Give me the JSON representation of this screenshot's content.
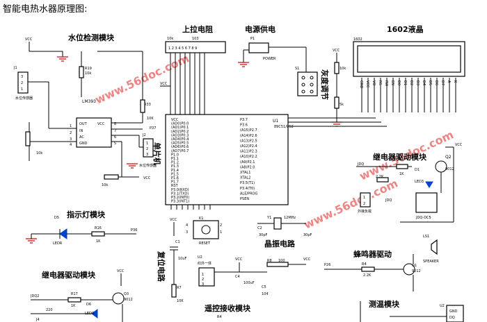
{
  "title": "智能电热水器原理图:",
  "sections": {
    "water_level": "水位检测模块",
    "pullup": "上拉电阻",
    "power": "电源供电",
    "lcd": "1602液晶",
    "mcu": "单片机",
    "relay1": "继电器驱动模块",
    "indicator": "指示灯模块",
    "relay2": "继电器驱动模块",
    "reset": "复位电路",
    "crystal": "晶振电路",
    "buzzer": "蜂鸣器驱动",
    "ir": "遥控接收模块",
    "temp": "测温模块",
    "contrast": "灰度调节"
  },
  "labels": {
    "vcc": "VCC",
    "j1": "J1",
    "j1_desc": "水位传感器",
    "r19": "R19",
    "r19_val": "10k",
    "lm393": "LM393",
    "r33": "R33",
    "r33_val": "10K",
    "p37": "P37",
    "j2": "J2",
    "j2_desc": "水位传感器",
    "pot_10k": "10k",
    "pot2_10k": "10k",
    "rp_top": "103",
    "rp_top2": "10k",
    "p1": "P1",
    "power_r": "POWER",
    "s1": "S1",
    "u1": "U1",
    "mcu_part": "89C51/C52",
    "lcd_part": "1602",
    "r10k": "10k",
    "r5k": "5k",
    "jdq": "JDQ",
    "r1k": "1K",
    "r22k": "2.2K",
    "q2": "Q2",
    "q2_part": "9012",
    "led3": "LED3",
    "j3": "J3",
    "j3_desc": "外接负载",
    "jdq_part": "JDQ-DC5",
    "d5": "D5",
    "led_r": "LEDR",
    "r16": "R16",
    "r16_val": "1K",
    "p36": "P36",
    "k1": "K1",
    "reset": "RESET",
    "c1": "C1",
    "c1_val": "10uF",
    "r7": "R7",
    "r7_val": "10K",
    "y1": "Y1",
    "y1_val": "12MHz",
    "c2": "C2",
    "c2_val": "30pF",
    "c3_val": "30pF",
    "ls1": "LS1",
    "speaker": "SPEAKER",
    "p26": "P26",
    "r4": "R4",
    "r4_val": "2.2K",
    "q1": "Q1",
    "q1_part": "9012",
    "u2": "U2",
    "u2_desc": "红外一体",
    "c4": "C4",
    "c4_val": "100uF",
    "c5": "C5",
    "c5_val": "104",
    "r8": "R8",
    "r8_val": "100",
    "jdq2": "JDQ2",
    "r17": "R17",
    "r17_val": "1K",
    "q3": "Q3",
    "q3_part": "9012",
    "d6": "D6",
    "led_g": "LEDG",
    "r220": "220",
    "j4": "J4",
    "r4b": "R4",
    "gnd": "GND",
    "dq": "DQ",
    "watermark": "www.56doc.com"
  },
  "mcu_left_pins": [
    "VCC",
    "(AD0)P0.0",
    "(AD1)P0.1",
    "(AD2)P0.2",
    "(AD3)P0.3",
    "(AD4)P0.4",
    "(AD5)P0.5",
    "(AD6)P0.6",
    "(AD7)P0.7",
    "P1.0",
    "P1.1",
    "P1.2",
    "P1.3",
    "P1.4",
    "P1.5",
    "P1.6",
    "P1.7",
    "RST",
    "P3.0(RXD)",
    "P3.1(TXD)",
    "P3.2(INT0)",
    "P3.3(INT1)"
  ],
  "mcu_right_pins": [
    "P3.7",
    "P3.6",
    "(A15)P2.7",
    "(A14)P2.6",
    "(A13)P2.5",
    "(A12)P2.4",
    "(A11)P2.3",
    "(A10)P2.2",
    "(A9)P2.1",
    "(A8)P2.0",
    "XTAL1",
    "XTAL2",
    "P3.5(T1)",
    "P3.4(T0)",
    "ALE/PROG",
    "PSEN"
  ],
  "lcd_pins": [
    "GND",
    "VCC",
    "VO",
    "RS",
    "RW",
    "EN",
    "D0",
    "D1",
    "D2",
    "D3",
    "D4",
    "D5",
    "D6",
    "D7",
    "A",
    "K"
  ]
}
